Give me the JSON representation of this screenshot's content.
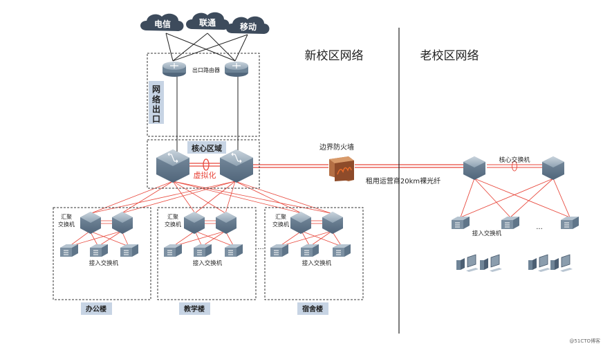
{
  "clouds": {
    "telecom": "电信",
    "unicom": "联通",
    "mobile": "移动"
  },
  "labels": {
    "egress_router": "出口路由器",
    "egress_zone": [
      "网",
      "络",
      "出",
      "口"
    ],
    "core_zone": "核心区域",
    "virtualization": "虚拟化",
    "new_campus": "新校区网络",
    "old_campus": "老校区网络",
    "firewall": "边界防火墙",
    "fiber": "租用运营商20km裸光纤",
    "old_core": "核心交换机",
    "agg_switch_line1": "汇聚",
    "agg_switch_line2": "交换机",
    "access_switch": "接入交换机",
    "ellipsis": "...",
    "old_ellipsis": "...",
    "watermark": "@51CTO博客"
  },
  "buildings": [
    {
      "name": "办公楼"
    },
    {
      "name": "教学楼"
    },
    {
      "name": "宿舍楼"
    }
  ],
  "colors": {
    "red_link": "#e8463a",
    "device": "#6d8396",
    "box_title_bg": "#c7d4e4",
    "black": "#222222"
  }
}
